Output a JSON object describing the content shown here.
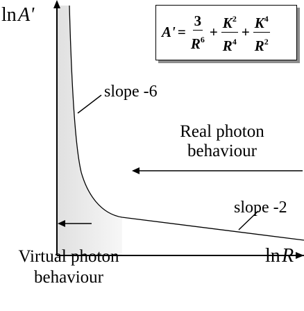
{
  "axes": {
    "y_label_prefix": "ln",
    "y_label_var": "A'",
    "x_label_prefix": "ln",
    "x_label_var": "R"
  },
  "formula": {
    "lhs": "A'",
    "equals": "=",
    "plus": "+",
    "terms": [
      {
        "num": "3",
        "num_exp": "",
        "den": "R",
        "den_exp": "6"
      },
      {
        "num": "K",
        "num_exp": "2",
        "den": "R",
        "den_exp": "4"
      },
      {
        "num": "K",
        "num_exp": "4",
        "den": "R",
        "den_exp": "2"
      }
    ]
  },
  "annotations": {
    "slope_steep": "slope -6",
    "slope_shallow": "slope -2",
    "real_photon": "Real photon behaviour",
    "virtual_photon": "Virtual photon behaviour"
  },
  "colors": {
    "virtual_region": "#ebebeb",
    "line": "#000000",
    "box_shadow": "#8c8c8c"
  }
}
